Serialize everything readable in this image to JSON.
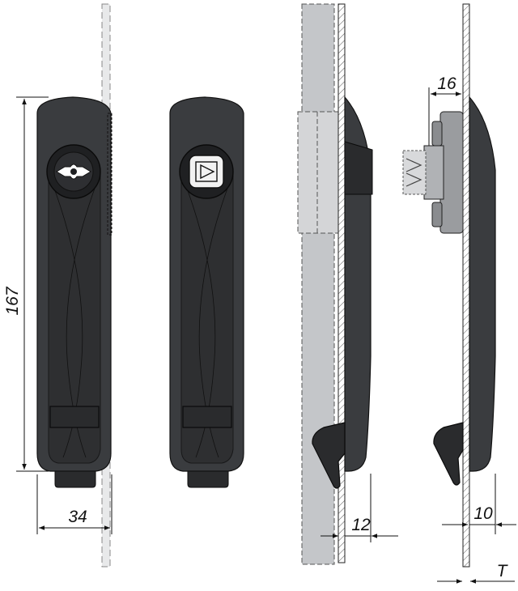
{
  "dimensions": {
    "height": "167",
    "width": "34",
    "depth_open": "12",
    "cylinder_depth": "16",
    "depth_side": "10",
    "thickness": "T"
  },
  "colors": {
    "handle": "#3a3c3f",
    "panel": "#c4c6c9",
    "background": "#ffffff"
  }
}
